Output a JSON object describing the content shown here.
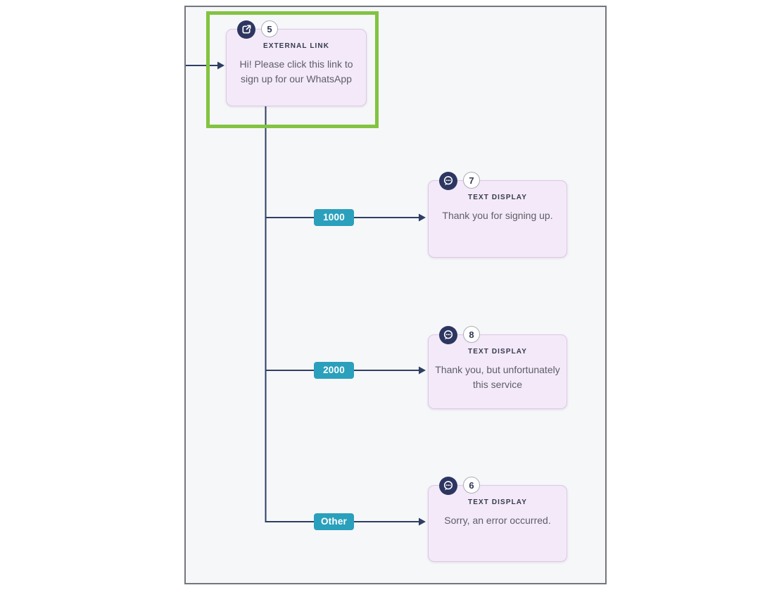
{
  "canvas": {
    "background": "#f6f7f9",
    "frame_border_color": "#73777d"
  },
  "palette": {
    "accent_green": "#82c341",
    "connector_navy": "#2e3f63",
    "branch_teal": "#2aa0bc",
    "node_fill": "#f4e9f8",
    "node_border": "#dccae6",
    "icon_circle_navy": "#2d3661"
  },
  "nodes": {
    "external_link": {
      "badge": "5",
      "type_label": "EXTERNAL LINK",
      "icon": "external-link-icon",
      "text": "Hi! Please click this link to sign up for our WhatsApp",
      "selected": true
    },
    "text_display_1": {
      "badge": "7",
      "type_label": "TEXT DISPLAY",
      "icon": "chat-icon",
      "text": "Thank you for signing up."
    },
    "text_display_2": {
      "badge": "8",
      "type_label": "TEXT DISPLAY",
      "icon": "chat-icon",
      "text": "Thank you, but unfortunately this service"
    },
    "text_display_3": {
      "badge": "6",
      "type_label": "TEXT DISPLAY",
      "icon": "chat-icon",
      "text": "Sorry, an error occurred."
    }
  },
  "branches": {
    "b1": {
      "label": "1000"
    },
    "b2": {
      "label": "2000"
    },
    "b3": {
      "label": "Other"
    }
  }
}
